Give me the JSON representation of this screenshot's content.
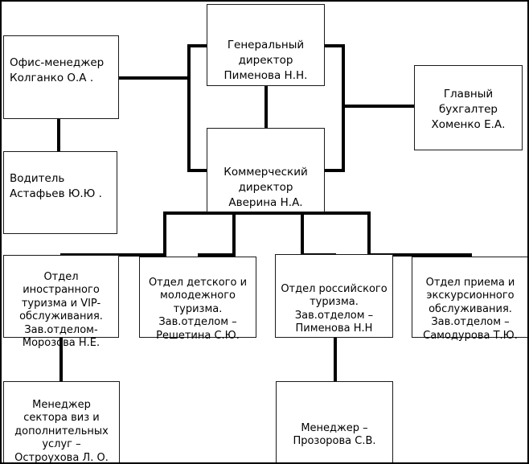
{
  "diagram": {
    "type": "org-chart",
    "language": "ru",
    "background": "#ffffff",
    "line_color": "#000000",
    "text_color": "#000000",
    "nodes": {
      "general_director": {
        "text": "Генеральный\nдиректор\nПименова Н.Н."
      },
      "office_manager": {
        "text": "Офис-менеджер\nКолганко О.А ."
      },
      "chief_accountant": {
        "text": "Главный\nбухгалтер\nХоменко Е.А."
      },
      "driver": {
        "text": "Водитель\nАстафьев Ю.Ю ."
      },
      "commercial_director": {
        "text": "Коммерческий\nдиректор\nАверина Н.А."
      },
      "dept_foreign": {
        "text": "Отдел\nиностранного\nтуризма и VIP-\nобслуживания.\nЗав.отделом-\nМорозова Н.Е."
      },
      "dept_youth": {
        "text": "Отдел детского и\nмолодежного\nтуризма.\nЗав.отделом –\nРешетина С.Ю."
      },
      "dept_russian": {
        "text": "Отдел российского\nтуризма.\nЗав.отделом –\nПименова Н.Н"
      },
      "dept_excursion": {
        "text": "Отдел приема и\nэкскурсионного\nобслуживания.\nЗав.отделом –\nСамодурова Т.Ю."
      },
      "manager_visa": {
        "text": "Менеджер\nсектора виз и\nдополнительных\nуслуг –\nОстроухова Л. О."
      },
      "manager_prozorova": {
        "text": "Менеджер –\nПрозорова С.В."
      }
    },
    "edges": [
      {
        "from": "general_director",
        "to": "commercial_director"
      },
      {
        "from": "general_director",
        "to": "office_manager"
      },
      {
        "from": "general_director",
        "to": "chief_accountant"
      },
      {
        "from": "office_manager",
        "to": "driver"
      },
      {
        "from": "commercial_director",
        "to": "dept_foreign"
      },
      {
        "from": "commercial_director",
        "to": "dept_youth"
      },
      {
        "from": "commercial_director",
        "to": "dept_russian"
      },
      {
        "from": "commercial_director",
        "to": "dept_excursion"
      },
      {
        "from": "dept_foreign",
        "to": "manager_visa"
      },
      {
        "from": "dept_russian",
        "to": "manager_prozorova"
      }
    ]
  }
}
